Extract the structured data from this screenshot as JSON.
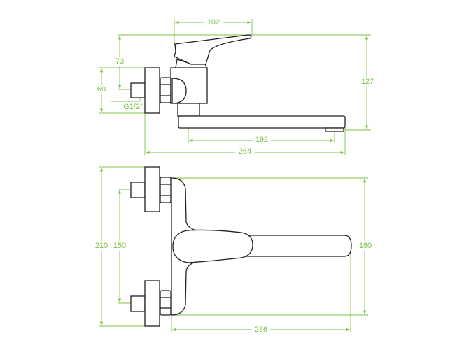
{
  "title": "Wall-mounted faucet technical drawing",
  "colors": {
    "dimension": "#7dc242",
    "outline": "#231f20"
  },
  "side_view": {
    "dimensions": {
      "handle_reach": "102",
      "inlet_height": "73",
      "plate_height": "60",
      "thread": "G1/2\"",
      "total_height": "127",
      "spout_reach": "192",
      "total_depth": "264"
    }
  },
  "top_view": {
    "dimensions": {
      "plate_span": "210",
      "inlet_spacing": "150",
      "body_width": "180",
      "spout_length": "236"
    }
  }
}
